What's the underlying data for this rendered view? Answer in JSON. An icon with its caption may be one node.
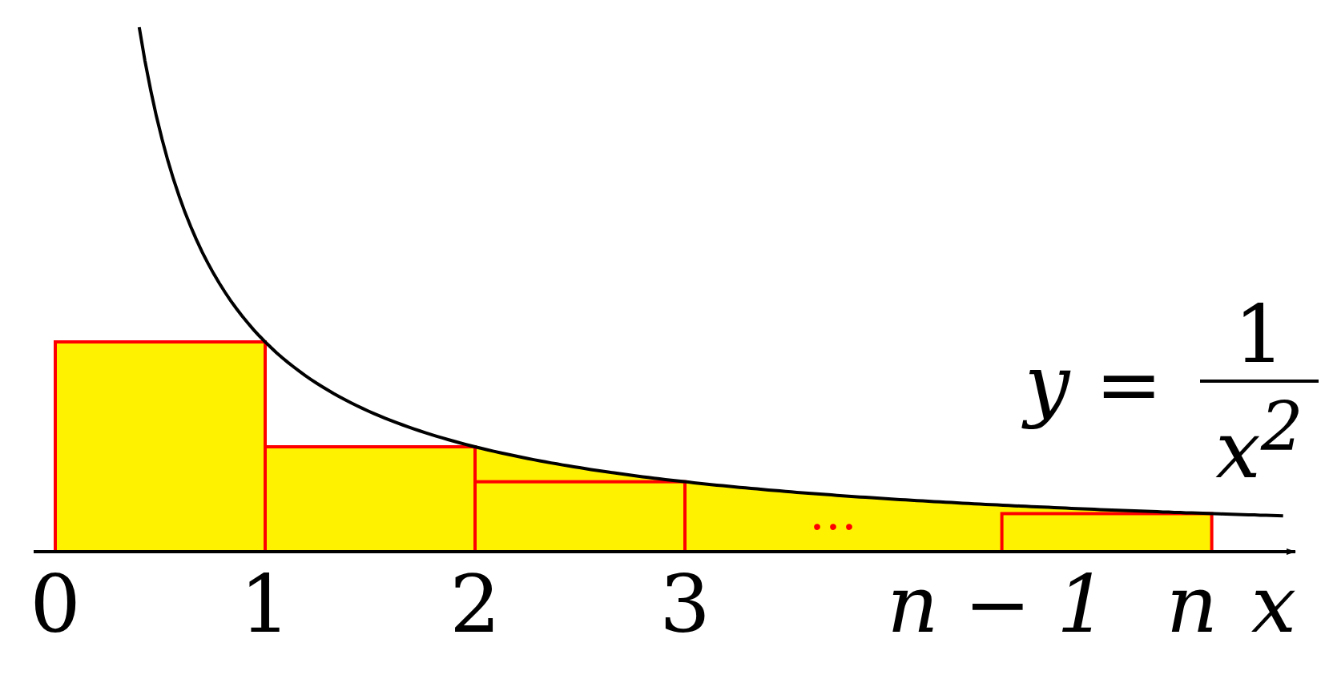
{
  "diagram": {
    "labels": [
      "0",
      "1",
      "2",
      "3",
      "…",
      "n − 1",
      "n",
      "x",
      "y =",
      "1",
      "x$^{2}$"
    ]
  }
}
